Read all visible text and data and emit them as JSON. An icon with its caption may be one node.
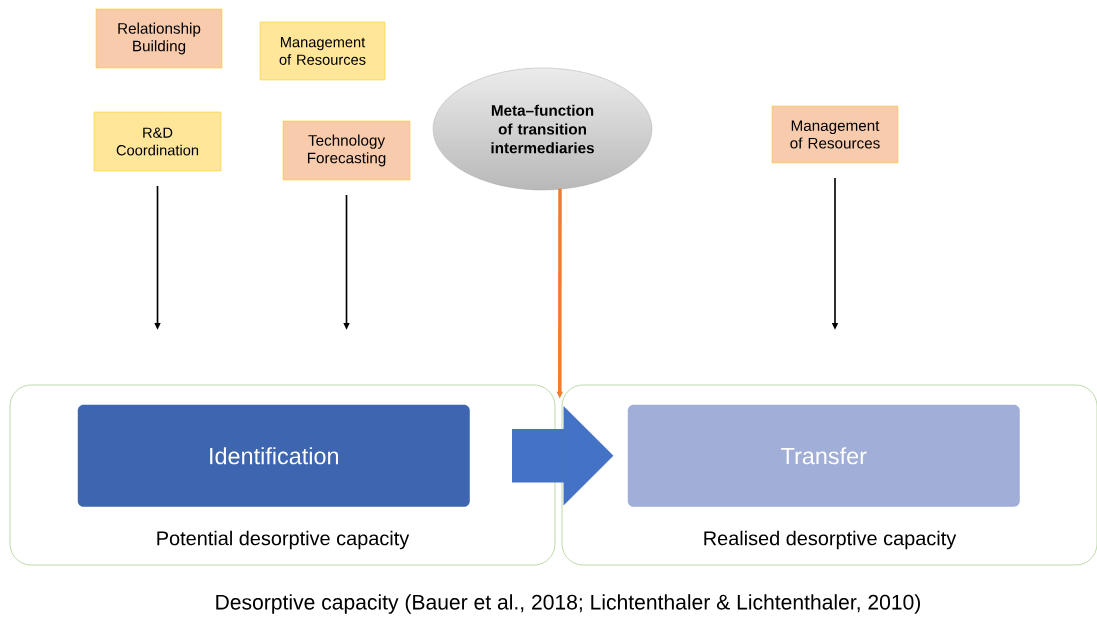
{
  "diagram": {
    "caption": "Desorptive capacity (Bauer et al., 2018; Lichtenthaler & Lichtenthaler, 2010)",
    "nodes": [
      {
        "text": [
          "Relationship Building"
        ]
      },
      {
        "text": [
          "Management of Resources"
        ]
      },
      {
        "text": [
          "R&D Coordination"
        ]
      },
      {
        "text": [
          "Technology Forecasting"
        ]
      },
      {
        "text": [
          "Meta–function of transition intermediaries"
        ]
      },
      {
        "text": [
          "Management of Resources"
        ]
      },
      {
        "text": [
          "Potential desorptive capacity"
        ]
      },
      {
        "text": [
          "Identification"
        ],
        "in": 6
      },
      {
        "text": [
          "Realised desorptive capacity"
        ]
      },
      {
        "text": [
          "Transfer"
        ],
        "in": 8
      }
    ],
    "edges": [
      {
        "from": 2,
        "to": null,
        "arrow": "to"
      },
      {
        "from": 3,
        "to": null,
        "arrow": "to"
      },
      {
        "from": 5,
        "to": null,
        "arrow": "to"
      },
      {
        "from": 4,
        "to": 8,
        "arrow": "to",
        "style": "thick",
        "color": "#ed7d31"
      },
      {
        "from": 7,
        "to": 9,
        "arrow": "to",
        "style": "thick",
        "color": "#4472c4"
      }
    ]
  }
}
